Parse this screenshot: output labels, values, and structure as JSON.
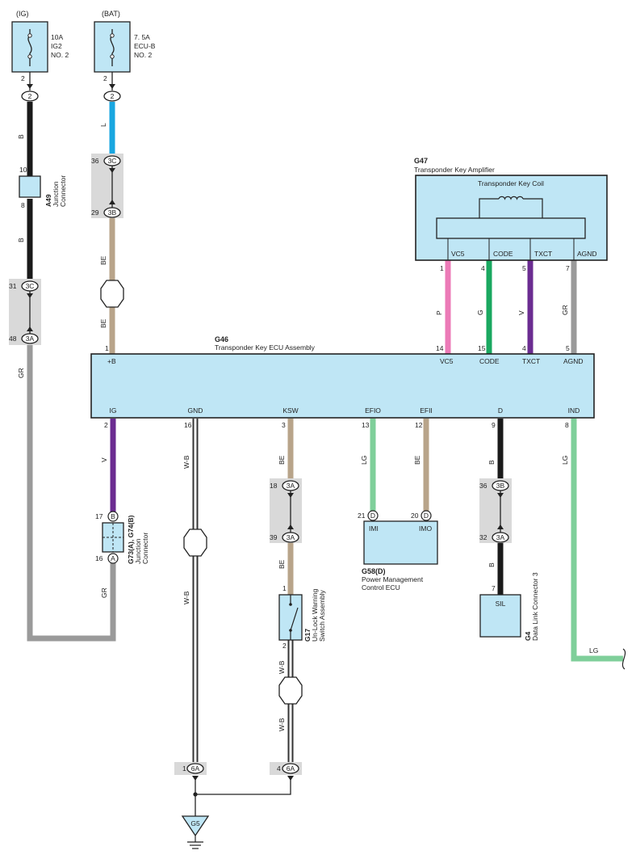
{
  "colors": {
    "box_fill": "#bfe6f5",
    "shade": "#d9d9d9",
    "wire_B": "#1a1a1a",
    "wire_L": "#19a6e0",
    "wire_BE": "#b8a48a",
    "wire_GR": "#9a9a9a",
    "wire_V": "#6b2c91",
    "wire_LG": "#7fcf9a",
    "wire_P": "#ec7ab7",
    "wire_G": "#1aa860"
  },
  "fuses": [
    {
      "source": "(IG)",
      "rating": "10A",
      "name1": "IG2",
      "name2": "NO. 2",
      "pin": "2",
      "conn": "2"
    },
    {
      "source": "(BAT)",
      "rating": "7. 5A",
      "name1": "ECU-B",
      "name2": "NO. 2",
      "pin": "2",
      "conn": "2"
    }
  ],
  "wire_codes": {
    "b": "B",
    "l": "L",
    "be": "BE",
    "gr": "GR",
    "v": "V",
    "lg": "LG",
    "p": "P",
    "g": "G",
    "wb": "W-B"
  },
  "a49": {
    "code": "A49",
    "name1": "Junction",
    "name2": "Connector",
    "pin_top": "10",
    "pin_bottom": "8"
  },
  "connectors": {
    "c3c_31": {
      "pin": "31",
      "label": "3C"
    },
    "c3a_48": {
      "pin": "48",
      "label": "3A"
    },
    "c3c_36": {
      "pin": "36",
      "label": "3C"
    },
    "c3b_29": {
      "pin": "29",
      "label": "3B"
    },
    "c3a_18": {
      "pin": "18",
      "label": "3A"
    },
    "c3a_39": {
      "pin": "39",
      "label": "3A"
    },
    "c3b_36": {
      "pin": "36",
      "label": "3B"
    },
    "c3a_32": {
      "pin": "32",
      "label": "3A"
    },
    "c6a_1": {
      "pin": "1",
      "label": "6A"
    },
    "c6a_4": {
      "pin": "4",
      "label": "6A"
    }
  },
  "g47": {
    "code": "G47",
    "name": "Transponder Key Amplifier",
    "coil": "Transponder Key Coil",
    "terms": [
      {
        "label": "VC5",
        "pin": "1",
        "wire": "P"
      },
      {
        "label": "CODE",
        "pin": "4",
        "wire": "G"
      },
      {
        "label": "TXCT",
        "pin": "5",
        "wire": "V"
      },
      {
        "label": "AGND",
        "pin": "7",
        "wire": "GR"
      }
    ]
  },
  "g46": {
    "code": "G46",
    "name": "Transponder Key ECU Assembly",
    "top_terms": [
      {
        "label": "+B",
        "pin": "1"
      },
      {
        "label": "VC5",
        "pin": "14"
      },
      {
        "label": "CODE",
        "pin": "15"
      },
      {
        "label": "TXCT",
        "pin": "4"
      },
      {
        "label": "AGND",
        "pin": "5"
      }
    ],
    "bottom_terms": [
      {
        "label": "IG",
        "pin": "2"
      },
      {
        "label": "GND",
        "pin": "16"
      },
      {
        "label": "KSW",
        "pin": "3"
      },
      {
        "label": "EFIO",
        "pin": "13"
      },
      {
        "label": "EFII",
        "pin": "12"
      },
      {
        "label": "D",
        "pin": "9"
      },
      {
        "label": "IND",
        "pin": "8"
      }
    ]
  },
  "g73": {
    "code": "G73(A), G74(B)",
    "name1": "Junction",
    "name2": "Connector",
    "pin_top": "17",
    "conn_top": "B",
    "pin_bottom": "16",
    "conn_bottom": "A"
  },
  "g17": {
    "code": "G17",
    "name1": "Un-Lock Warning",
    "name2": "Switch Assembly",
    "pin_top": "1",
    "pin_bottom": "2"
  },
  "g58": {
    "code": "G58(D)",
    "name1": "Power Management",
    "name2": "Control ECU",
    "imi": "IMI",
    "imo": "IMO",
    "pin_imi": "21",
    "pin_imo": "20",
    "conn": "D"
  },
  "g4": {
    "code": "G4",
    "name": "Data Link Connector 3",
    "term": "SIL",
    "pin": "7"
  },
  "ground": {
    "code": "G5"
  },
  "ind_lead_label": "LG"
}
